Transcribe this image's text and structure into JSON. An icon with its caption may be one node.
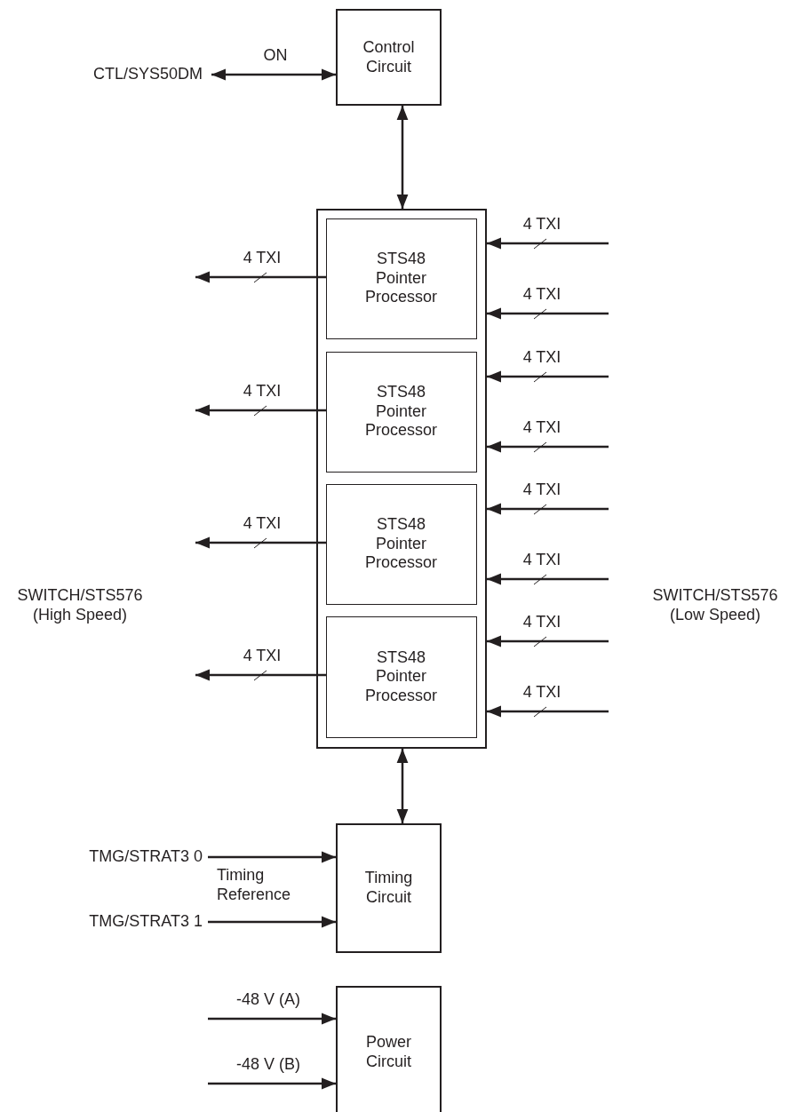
{
  "diagram": {
    "nodes": [
      {
        "text": [
          "Control Circuit"
        ]
      },
      {
        "text": [],
        "shape": "box"
      },
      {
        "text": [
          "STS48 Pointer Processor"
        ],
        "in": 1
      },
      {
        "text": [
          "STS48 Pointer Processor"
        ],
        "in": 1
      },
      {
        "text": [
          "STS48 Pointer Processor"
        ],
        "in": 1
      },
      {
        "text": [
          "STS48 Pointer Processor"
        ],
        "in": 1
      },
      {
        "text": [
          "Timing Circuit"
        ]
      },
      {
        "text": [
          "Power Circuit"
        ]
      },
      {
        "text": [
          "CTL/SYS50DM"
        ]
      },
      {
        "text": [
          "TMG/STRAT3 0"
        ]
      },
      {
        "text": [
          "TMG/STRAT3 1"
        ]
      }
    ],
    "edges": [
      {
        "from": 8,
        "to": 0,
        "arrow": "both",
        "label": "ON"
      },
      {
        "from": 0,
        "to": 1,
        "arrow": "both"
      },
      {
        "from": 2,
        "to": null,
        "arrow": "to",
        "label": "4 TXI"
      },
      {
        "from": 3,
        "to": null,
        "arrow": "to",
        "label": "4 TXI"
      },
      {
        "from": 4,
        "to": null,
        "arrow": "to",
        "label": "4 TXI"
      },
      {
        "from": 5,
        "to": null,
        "arrow": "to",
        "label": "4 TXI"
      },
      {
        "from": null,
        "to": 1,
        "arrow": "to",
        "label": "4 TXI"
      },
      {
        "from": null,
        "to": 1,
        "arrow": "to",
        "label": "4 TXI"
      },
      {
        "from": null,
        "to": 1,
        "arrow": "to",
        "label": "4 TXI"
      },
      {
        "from": null,
        "to": 1,
        "arrow": "to",
        "label": "4 TXI"
      },
      {
        "from": null,
        "to": 1,
        "arrow": "to",
        "label": "4 TXI"
      },
      {
        "from": null,
        "to": 1,
        "arrow": "to",
        "label": "4 TXI"
      },
      {
        "from": null,
        "to": 1,
        "arrow": "to",
        "label": "4 TXI"
      },
      {
        "from": null,
        "to": 1,
        "arrow": "to",
        "label": "4 TXI"
      },
      {
        "from": 1,
        "to": 6,
        "arrow": "both"
      },
      {
        "from": 9,
        "to": 6,
        "arrow": "to"
      },
      {
        "from": 10,
        "to": 6,
        "arrow": "to"
      },
      {
        "from": null,
        "to": 7,
        "arrow": "to",
        "label": "-48 V (A)"
      },
      {
        "from": null,
        "to": 7,
        "arrow": "to",
        "label": "-48 V (B)"
      }
    ],
    "labels": [
      "SWITCH/STS576 (High Speed)",
      "SWITCH/STS576 (Low Speed)",
      "Timing Reference"
    ]
  }
}
